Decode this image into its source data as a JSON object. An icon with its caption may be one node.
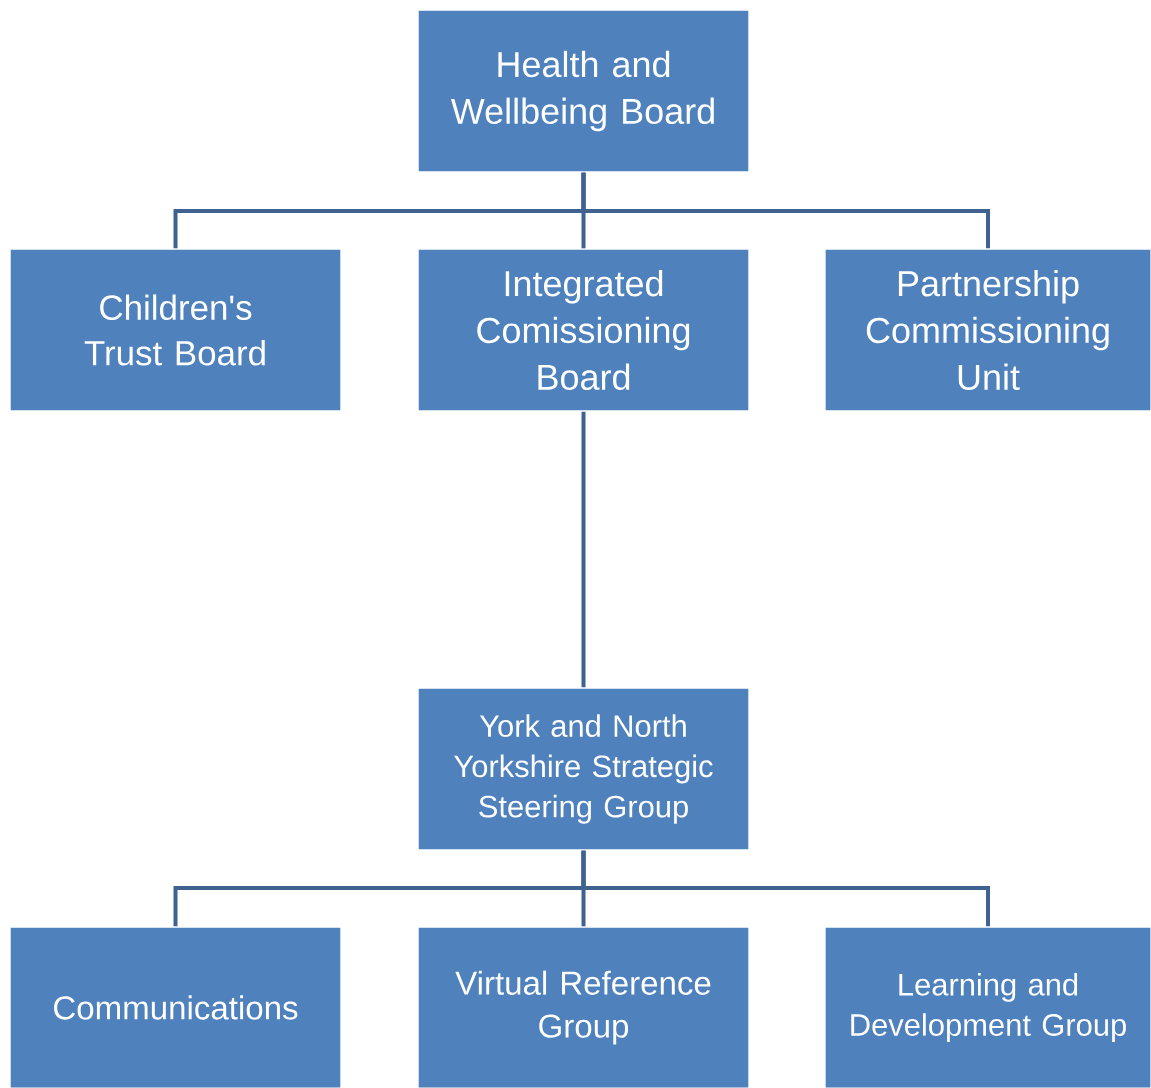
{
  "diagram": {
    "nodes": [
      {
        "text": [
          "Health and Wellbeing Board"
        ]
      },
      {
        "text": [
          "Children's Trust Board"
        ]
      },
      {
        "text": [
          "Integrated Comissioning Board"
        ]
      },
      {
        "text": [
          "Partnership Commissioning Unit"
        ]
      },
      {
        "text": [
          "York and North Yorkshire Strategic Steering Group"
        ]
      },
      {
        "text": [
          "Communications"
        ]
      },
      {
        "text": [
          "Virtual Reference Group"
        ]
      },
      {
        "text": [
          "Learning and Development Group"
        ]
      }
    ],
    "edges": [
      {
        "from": 0,
        "to": 1,
        "arrow": "none"
      },
      {
        "from": 0,
        "to": 2,
        "arrow": "none"
      },
      {
        "from": 0,
        "to": 3,
        "arrow": "none"
      },
      {
        "from": 2,
        "to": 4,
        "arrow": "none"
      },
      {
        "from": 4,
        "to": 5,
        "arrow": "none"
      },
      {
        "from": 4,
        "to": 6,
        "arrow": "none"
      },
      {
        "from": 4,
        "to": 7,
        "arrow": "none"
      }
    ]
  }
}
